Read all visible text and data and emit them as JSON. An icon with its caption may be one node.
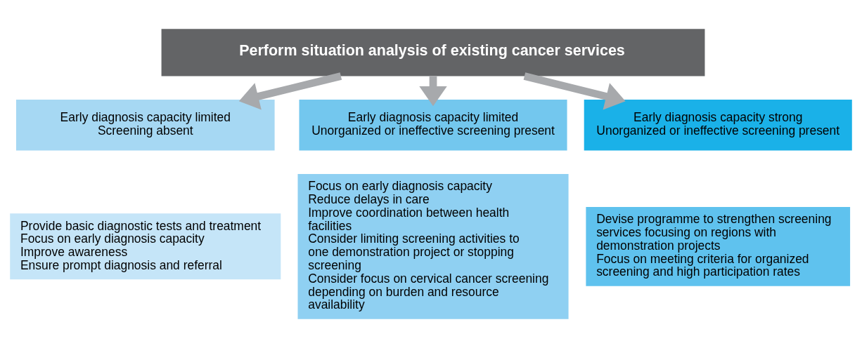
{
  "diagram": {
    "nodes": [
      {
        "text": [
          "Perform situation analysis of existing cancer services"
        ]
      },
      {
        "text": [
          "Early diagnosis capacity limited",
          "Screening absent"
        ]
      },
      {
        "text": [
          "Provide basic diagnostic tests and treatment",
          "Focus on early diagnosis capacity",
          "Improve awareness",
          "Ensure prompt diagnosis and referral"
        ]
      },
      {
        "text": [
          "Early diagnosis capacity limited",
          "Unorganized or ineffective screening present"
        ]
      },
      {
        "text": [
          "Focus on early diagnosis capacity",
          "Reduce delays in care",
          "Improve coordination between health facilities",
          "Consider limiting screening activities to one demonstration project or stopping screening",
          "Consider focus on cervical cancer screening depending on burden and resource availability"
        ]
      },
      {
        "text": [
          "Early diagnosis capacity strong",
          "Unorganized or ineffective screening present"
        ]
      },
      {
        "text": [
          "Devise programme to strengthen screening services focusing on regions with demonstration projects",
          "Focus on meeting criteria for organized screening and high participation rates"
        ]
      }
    ],
    "edges": [
      {
        "from": 0,
        "to": 1,
        "arrow": "to"
      },
      {
        "from": 0,
        "to": 3,
        "arrow": "to"
      },
      {
        "from": 0,
        "to": 5,
        "arrow": "to"
      }
    ]
  }
}
